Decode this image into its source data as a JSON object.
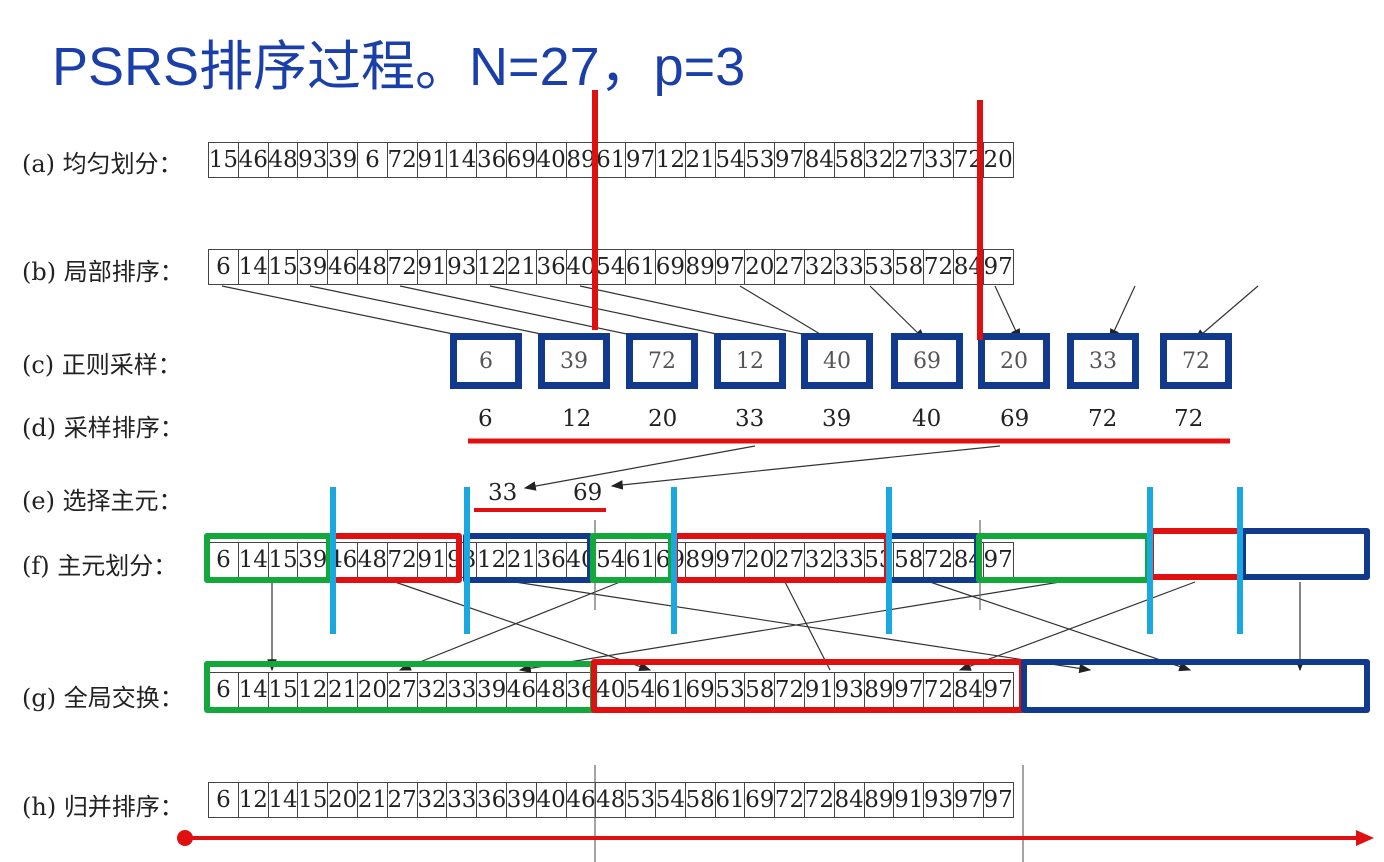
{
  "title": "PSRS排序过程。N=27，p=3",
  "rows": {
    "a": {
      "label": "(a) 均匀划分：",
      "values": [
        "15",
        "46",
        "48",
        "93",
        "39",
        "6",
        "72",
        "91",
        "14",
        "36",
        "69",
        "40",
        "89",
        "61",
        "97",
        "12",
        "21",
        "54",
        "53",
        "97",
        "84",
        "58",
        "32",
        "27",
        "33",
        "72",
        "20"
      ]
    },
    "b": {
      "label": "(b) 局部排序：",
      "values": [
        "6",
        "14",
        "15",
        "39",
        "46",
        "48",
        "72",
        "91",
        "93",
        "12",
        "21",
        "36",
        "40",
        "54",
        "61",
        "69",
        "89",
        "97",
        "20",
        "27",
        "32",
        "33",
        "53",
        "58",
        "72",
        "84",
        "97"
      ]
    },
    "c": {
      "label": "(c) 正则采样：",
      "values": [
        "6",
        "39",
        "72",
        "12",
        "40",
        "69",
        "20",
        "33",
        "72"
      ]
    },
    "d": {
      "label": "(d) 采样排序：",
      "values": [
        "6",
        "12",
        "20",
        "33",
        "39",
        "40",
        "69",
        "72",
        "72"
      ]
    },
    "e": {
      "label": "(e) 选择主元：",
      "values": [
        "33",
        "69"
      ]
    },
    "f": {
      "label": "(f) 主元划分：",
      "values": [
        "6",
        "14",
        "15",
        "39",
        "46",
        "48",
        "72",
        "91",
        "93",
        "12",
        "21",
        "36",
        "40",
        "54",
        "61",
        "69",
        "89",
        "97",
        "20",
        "27",
        "32",
        "33",
        "53",
        "58",
        "72",
        "84",
        "97"
      ]
    },
    "g": {
      "label": "(g) 全局交换：",
      "values": [
        "6",
        "14",
        "15",
        "12",
        "21",
        "20",
        "27",
        "32",
        "33",
        "39",
        "46",
        "48",
        "36",
        "40",
        "54",
        "61",
        "69",
        "53",
        "58",
        "72",
        "91",
        "93",
        "89",
        "97",
        "72",
        "84",
        "97"
      ]
    },
    "h": {
      "label": "(h) 归并排序：",
      "values": [
        "6",
        "12",
        "14",
        "15",
        "20",
        "21",
        "27",
        "32",
        "33",
        "36",
        "39",
        "40",
        "46",
        "48",
        "53",
        "54",
        "58",
        "61",
        "69",
        "72",
        "72",
        "84",
        "89",
        "91",
        "93",
        "97",
        "97"
      ]
    }
  },
  "colors": {
    "title": "#1a3fa8",
    "red": "#e01010",
    "blue": "#123a8c",
    "green": "#14a83c",
    "cyan": "#1aa8e0"
  }
}
